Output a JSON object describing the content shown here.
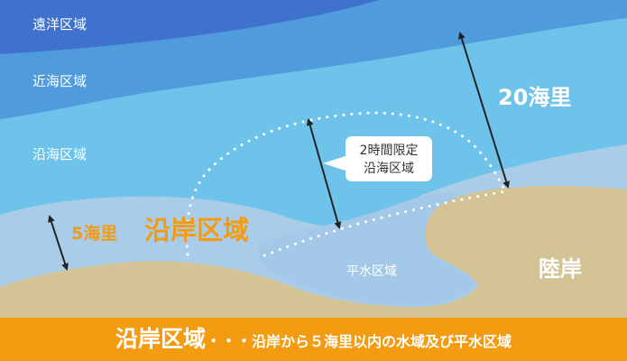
{
  "colors": {
    "offshore": "#3f72cc",
    "nearshore": "#4f9bdc",
    "coastal": "#6ec3ea",
    "coastal_zone": "#a9cde9",
    "inland_water": "#a4c8e8",
    "land": "#d3c395",
    "accent": "#f39c12",
    "arrow": "#222222"
  },
  "zones": {
    "offshore": "遠洋区域",
    "nearshore": "近海区域",
    "coastal": "沿海区域",
    "inland_water": "平水区域",
    "land": "陸岸"
  },
  "distances": {
    "near_20": "20海里",
    "coastal_5": "5海里"
  },
  "coastal_zone_title": "沿岸区域",
  "callout": {
    "line1": "2時間限定",
    "line2": "沿海区域"
  },
  "banner": {
    "title": "沿岸区域",
    "separator": "・・・",
    "description": "沿岸から５海里以内の水域及び平水区域"
  }
}
